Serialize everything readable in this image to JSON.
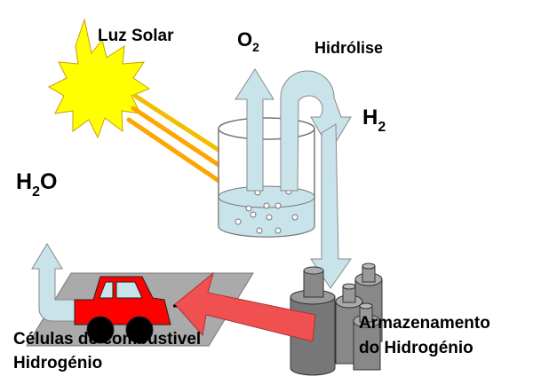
{
  "labels": {
    "sunlight": "Luz Solar",
    "oxygen": "O",
    "oxygen_sub": "2",
    "hydrolysis": "Hidrólise",
    "hydrogen": "H",
    "hydrogen_sub": "2",
    "water": "H",
    "water_sub": "2",
    "water_o": "O",
    "fuel_cells_line1": "Células de combustivel",
    "fuel_cells_line2": "Hidrogénio",
    "storage_line1": "Armazenamento",
    "storage_line2": "do Hidrogénio"
  },
  "colors": {
    "sun": "#ffff00",
    "beam": "#ffa500",
    "arrow": "#c8e4ea",
    "car": "#ff0000",
    "red_arrow": "#f05050",
    "tank": "#808080"
  }
}
